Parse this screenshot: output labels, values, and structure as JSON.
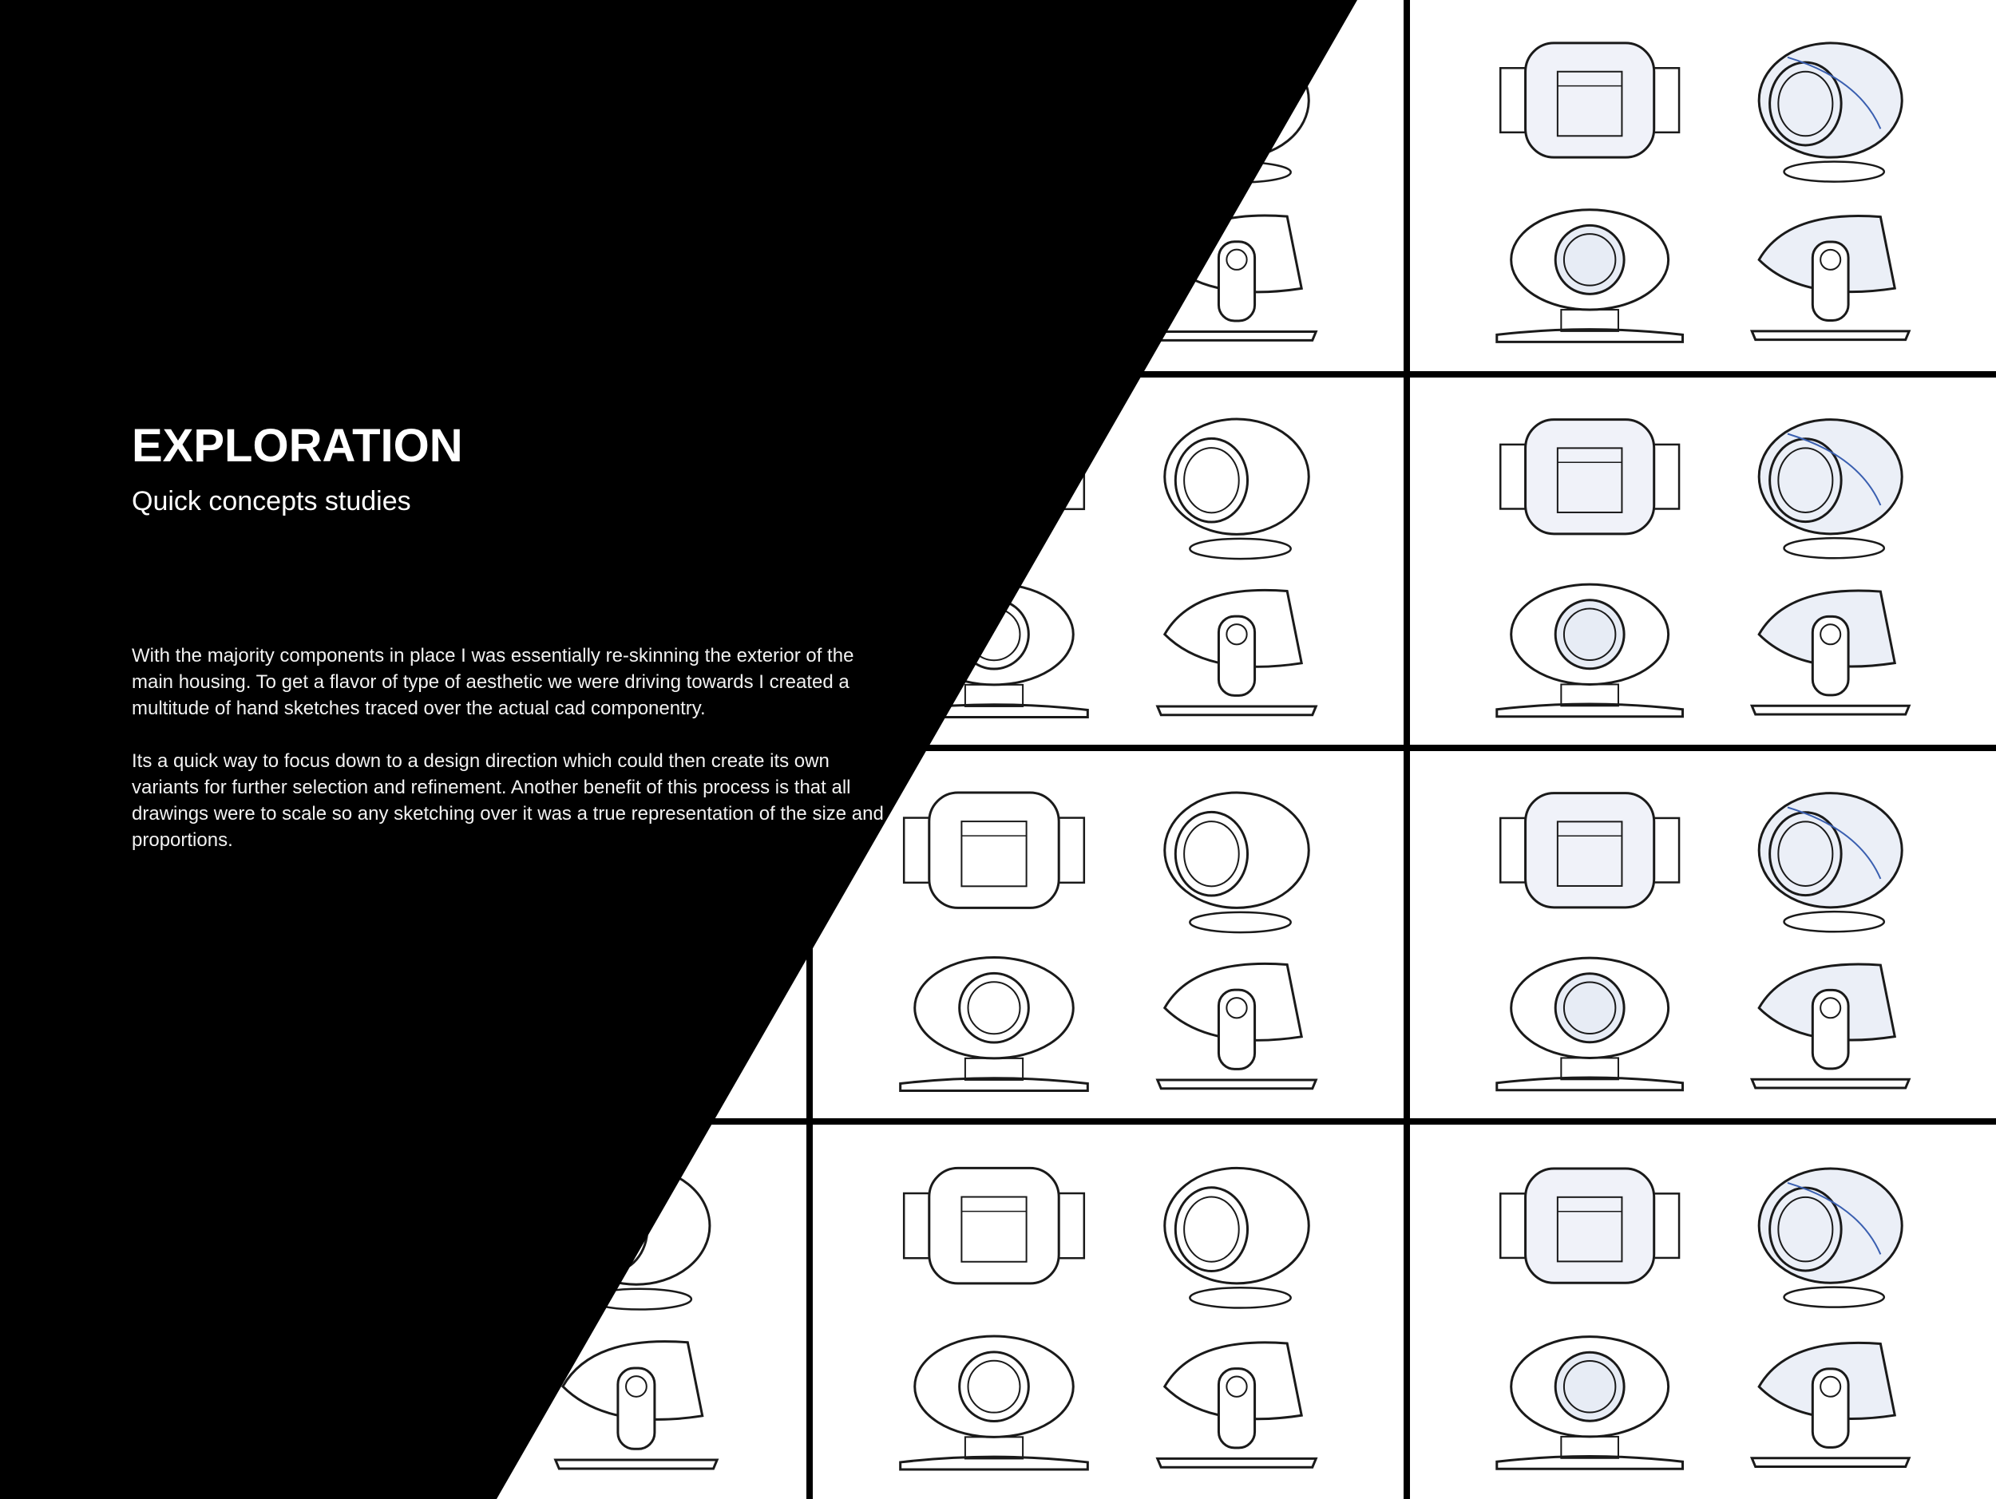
{
  "page": {
    "title": "EXPLORATION",
    "subtitle": "Quick concepts studies",
    "paragraphs": [
      "With the majority components in place I was essentially re-skinning the exterior of the main housing.  To get a flavor of type of aesthetic we were driving towards I created a multitude of hand sketches traced over the actual cad componentry.",
      "Its a quick way to focus down to a design direction which could then create its own variants for further selection and refinement.  Another benefit of this process is that all drawings were to scale so any sketching over it was a true representation of the size and proportions."
    ]
  },
  "colors": {
    "background": "#000000",
    "panel": "#ffffff",
    "ink": "#1a1a1a",
    "pencil_blue": "#3a5fb0",
    "text": "#ffffff"
  },
  "sketch_grid": {
    "columns": 3,
    "rows": 4,
    "cell_icon": "camera-sketch-icon"
  }
}
